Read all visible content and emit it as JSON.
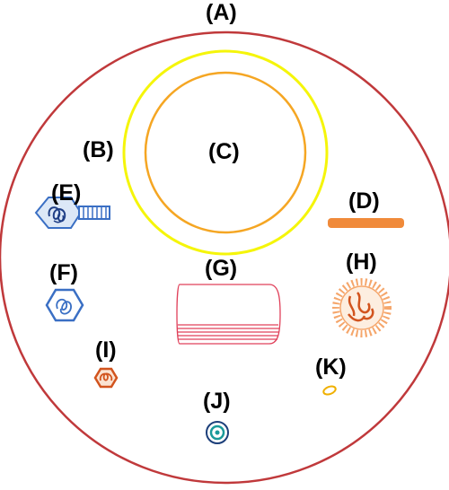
{
  "labels": {
    "a": "(A)",
    "b": "(B)",
    "c": "(C)",
    "d": "(D)",
    "e": "(E)",
    "f": "(F)",
    "g": "(G)",
    "h": "(H)",
    "i": "(I)",
    "j": "(J)",
    "k": "(K)"
  },
  "colors": {
    "cell_outline": "#c0393b",
    "yellow_ring": "#f5f50a",
    "orange_ring": "#f5a623",
    "rod": "#f08a3a",
    "blue": "#3a6fc4",
    "dark_blue": "#1f3f86",
    "stack_red": "#e0405a",
    "orange_red": "#d2541e",
    "light_orange": "#f5a66b",
    "teal": "#1a9a9a",
    "navy": "#1c3f7a",
    "gold": "#f0b000"
  }
}
